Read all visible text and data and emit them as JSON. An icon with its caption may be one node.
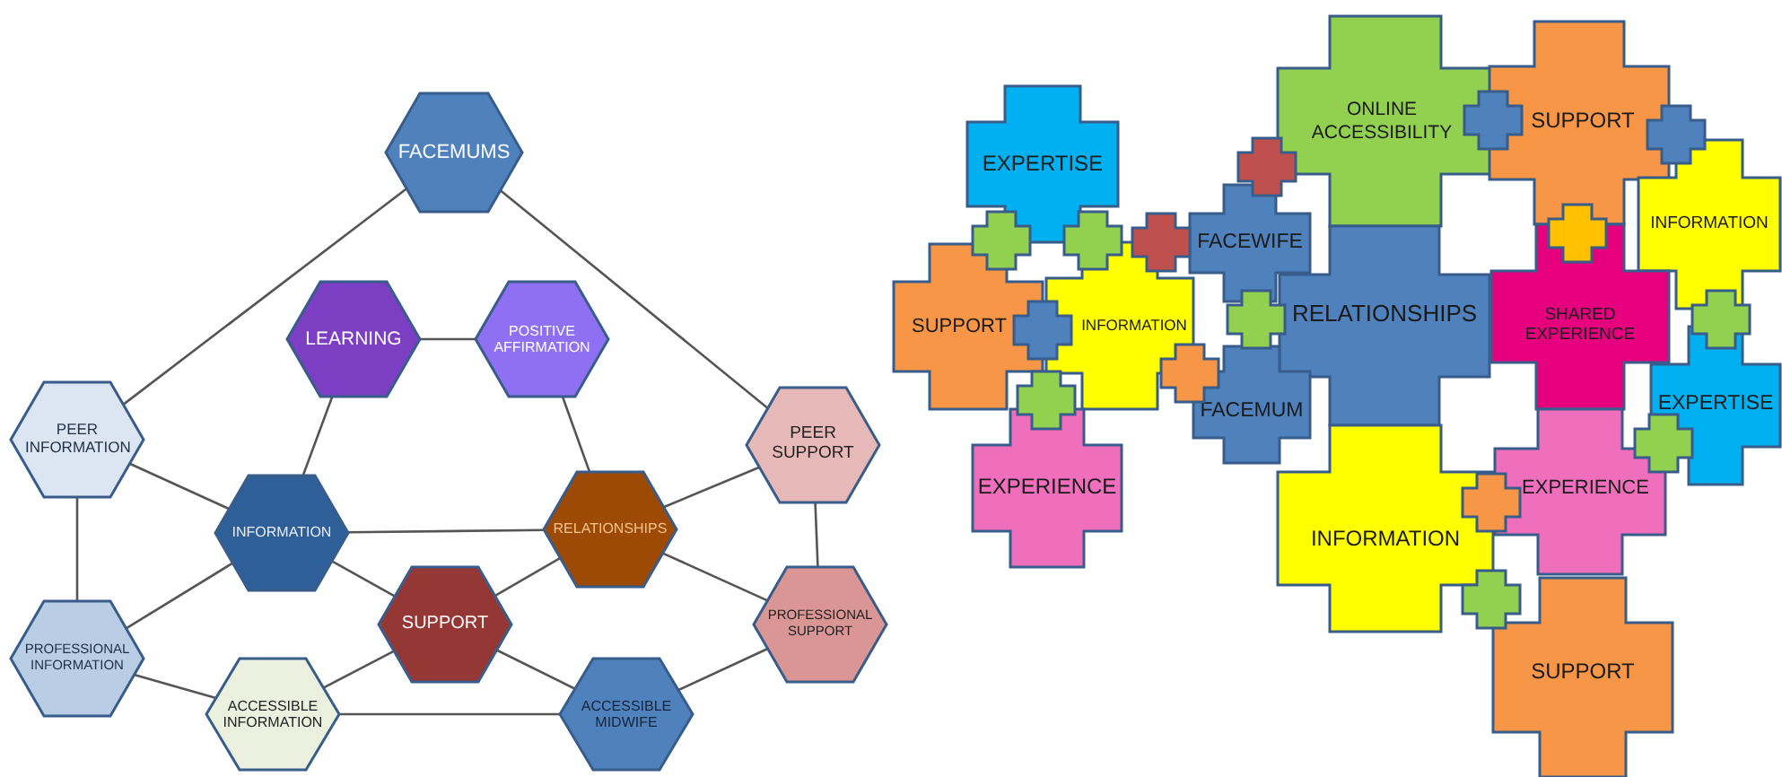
{
  "diagram": {
    "nodes": [
      {
        "text": [
          "FACEMUMS"
        ]
      },
      {
        "text": [
          "LEARNING"
        ]
      },
      {
        "text": [
          "POSITIVE AFFIRMATION"
        ]
      },
      {
        "text": [
          "PEER INFORMATION"
        ]
      },
      {
        "text": [
          "PEER SUPPORT"
        ]
      },
      {
        "text": [
          "INFORMATION"
        ]
      },
      {
        "text": [
          "RELATIONSHIPS"
        ]
      },
      {
        "text": [
          "SUPPORT"
        ]
      },
      {
        "text": [
          "PROFESSIONAL INFORMATION"
        ]
      },
      {
        "text": [
          "PROFESSIONAL SUPPORT"
        ]
      },
      {
        "text": [
          "ACCESSIBLE INFORMATION"
        ]
      },
      {
        "text": [
          "ACCESSIBLE MIDWIFE"
        ]
      },
      {
        "text": [
          "ONLINE ACCESSIBILITY"
        ]
      },
      {
        "text": [
          "SUPPORT"
        ]
      },
      {
        "text": [
          "EXPERTISE"
        ]
      },
      {
        "text": [
          "INFORMATION"
        ]
      },
      {
        "text": [
          "FACEWIFE"
        ]
      },
      {
        "text": [
          "SUPPORT"
        ]
      },
      {
        "text": [
          "INFORMATION"
        ]
      },
      {
        "text": [
          "RELATIONSHIPS"
        ]
      },
      {
        "text": [
          "SHARED EXPERIENCE"
        ]
      },
      {
        "text": [
          "EXPERTISE"
        ]
      },
      {
        "text": [
          "FACEMUM"
        ]
      },
      {
        "text": [
          "EXPERIENCE"
        ]
      },
      {
        "text": [
          "INFORMATION"
        ]
      },
      {
        "text": [
          "EXPERIENCE"
        ]
      },
      {
        "text": [
          "SUPPORT"
        ]
      },
      {
        "text": [],
        "shape": "cross"
      },
      {
        "text": [],
        "shape": "cross"
      },
      {
        "text": [],
        "shape": "cross"
      },
      {
        "text": [],
        "shape": "cross"
      },
      {
        "text": [],
        "shape": "cross"
      },
      {
        "text": [],
        "shape": "cross"
      },
      {
        "text": [],
        "shape": "cross"
      },
      {
        "text": [],
        "shape": "cross"
      },
      {
        "text": [],
        "shape": "cross"
      },
      {
        "text": [],
        "shape": "cross"
      },
      {
        "text": [],
        "shape": "cross"
      },
      {
        "text": [],
        "shape": "cross"
      },
      {
        "text": [],
        "shape": "cross"
      },
      {
        "text": [],
        "shape": "cross"
      },
      {
        "text": [],
        "shape": "cross"
      }
    ],
    "edges": [
      {
        "from": 0,
        "to": 3,
        "arrow": "none"
      },
      {
        "from": 0,
        "to": 4,
        "arrow": "none"
      },
      {
        "from": 1,
        "to": 2,
        "arrow": "none"
      },
      {
        "from": 1,
        "to": 5,
        "arrow": "none"
      },
      {
        "from": 2,
        "to": 6,
        "arrow": "none"
      },
      {
        "from": 3,
        "to": 5,
        "arrow": "none"
      },
      {
        "from": 3,
        "to": 8,
        "arrow": "none"
      },
      {
        "from": 5,
        "to": 6,
        "arrow": "none"
      },
      {
        "from": 5,
        "to": 7,
        "arrow": "none"
      },
      {
        "from": 5,
        "to": 8,
        "arrow": "none"
      },
      {
        "from": 6,
        "to": 4,
        "arrow": "none"
      },
      {
        "from": 6,
        "to": 7,
        "arrow": "none"
      },
      {
        "from": 6,
        "to": 9,
        "arrow": "none"
      },
      {
        "from": 4,
        "to": 9,
        "arrow": "none"
      },
      {
        "from": 7,
        "to": 10,
        "arrow": "none"
      },
      {
        "from": 7,
        "to": 11,
        "arrow": "none"
      },
      {
        "from": 8,
        "to": 10,
        "arrow": "none"
      },
      {
        "from": 10,
        "to": 11,
        "arrow": "none"
      },
      {
        "from": 11,
        "to": 9,
        "arrow": "none"
      }
    ]
  }
}
